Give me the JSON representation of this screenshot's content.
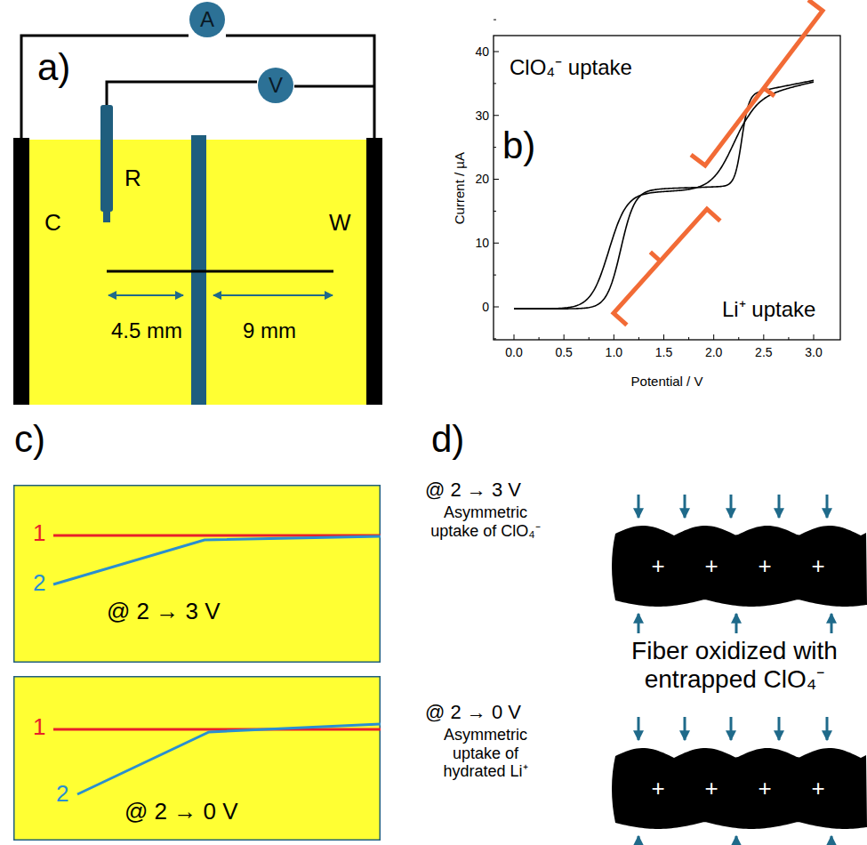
{
  "diagram": {
    "nodes": [
      {
        "text": [
          "A"
        ]
      },
      {
        "text": [
          "V"
        ]
      },
      {
        "text": [
          "1",
          "2",
          "@ 2 → 3 V"
        ]
      },
      {
        "text": [
          "1",
          "2",
          "@ 2 → 0 V"
        ]
      }
    ],
    "labels": [
      "a)",
      "C",
      "R",
      "W",
      "4.5 mm",
      "9 mm",
      "b)",
      "ClO₄⁻ uptake",
      "Li⁺ uptake",
      "Current / µA",
      "Potential / V",
      "0",
      "10",
      "20",
      "30",
      "40",
      "0.0",
      "0.5",
      "1.0",
      "1.5",
      "2.0",
      "2.5",
      "3.0",
      "c)",
      "d)",
      "@ 2 → 3 V",
      "Asymmetric uptake of ClO₄⁻",
      "+",
      "+",
      "+",
      "+",
      "Fiber oxidized with entrapped ClO₄⁻",
      "@ 2 → 0 V",
      "Asymmetric uptake of hydrated Li⁺",
      "+",
      "+",
      "+",
      "+"
    ]
  }
}
